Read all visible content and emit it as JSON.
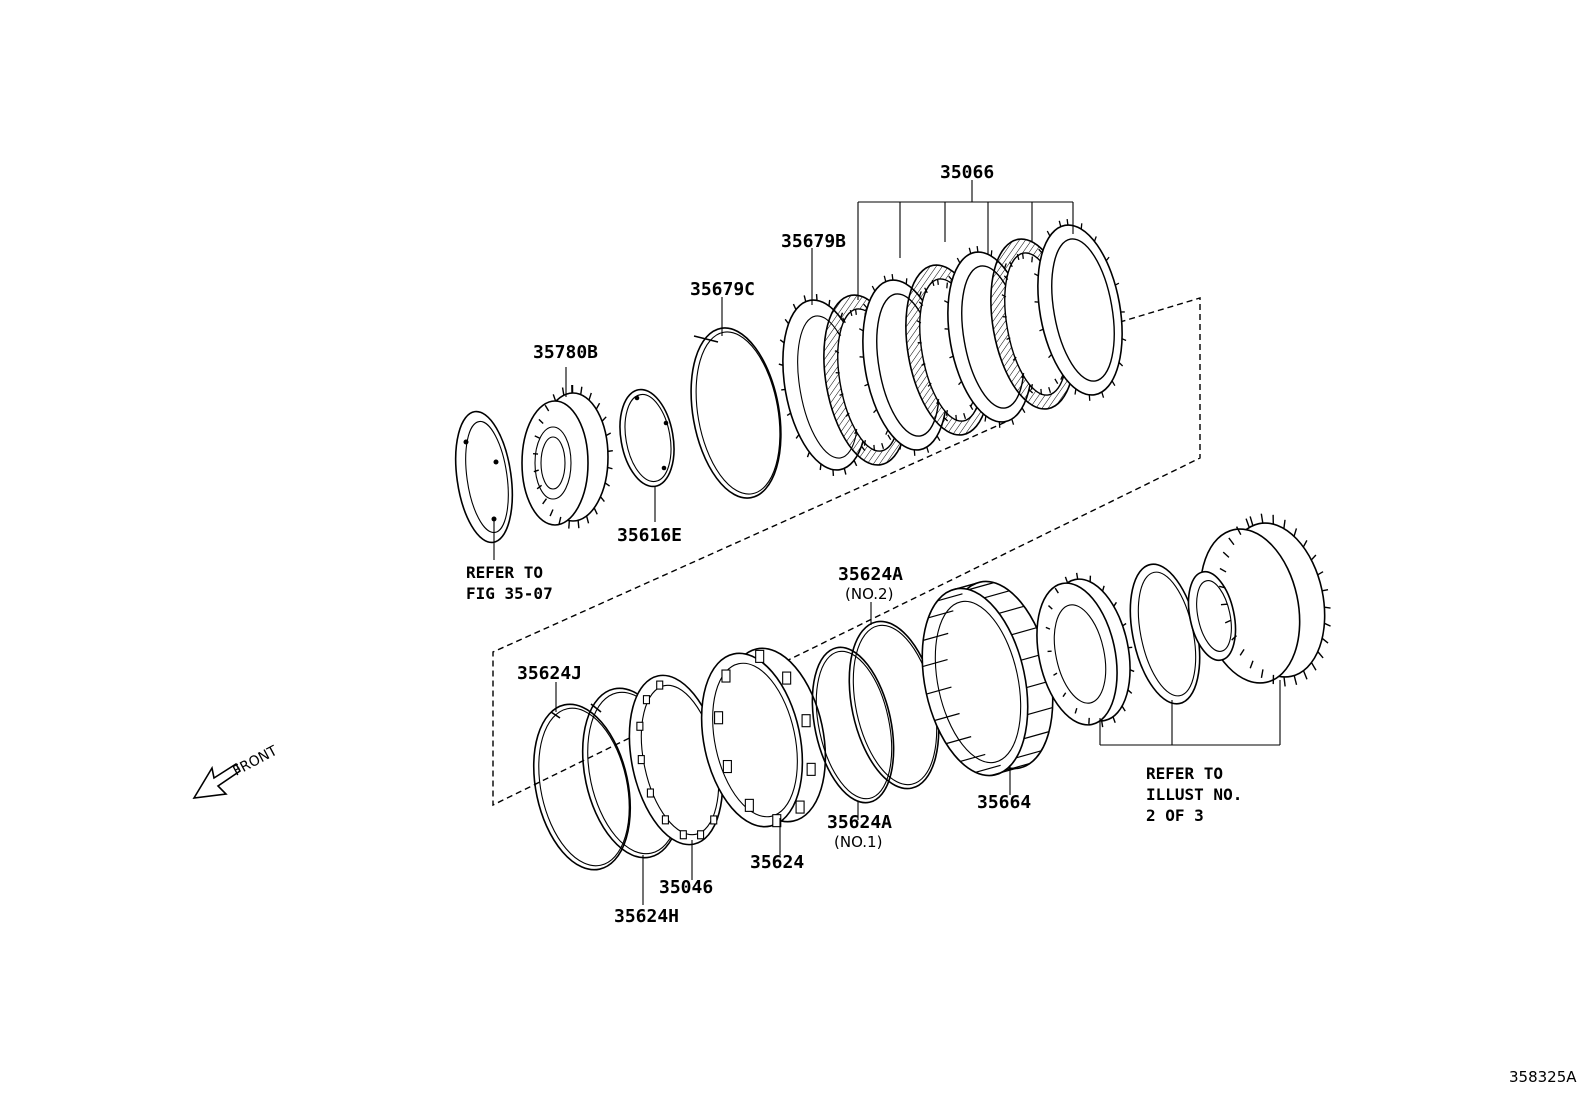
{
  "labels": {
    "p35066": "35066",
    "p35679B": "35679B",
    "p35679C": "35679C",
    "p35780B": "35780B",
    "p35616E": "35616E",
    "p35624A_no2": "35624A",
    "p35624A_no2_sub": "(NO.2)",
    "p35624J": "35624J",
    "p35624A_no1": "35624A",
    "p35624A_no1_sub": "(NO.1)",
    "p35664": "35664",
    "p35624": "35624",
    "p35046": "35046",
    "p35624H": "35624H"
  },
  "notes": {
    "refer_fig_line1": "REFER TO",
    "refer_fig_line2": "FIG 35-07",
    "refer_illust_line1": "REFER TO",
    "refer_illust_line2": "ILLUST NO.",
    "refer_illust_line3": "2 OF 3"
  },
  "front_label": "FRONT",
  "illustration_ref": "358325A",
  "icons": {
    "front_arrow": "front-arrow-icon"
  }
}
